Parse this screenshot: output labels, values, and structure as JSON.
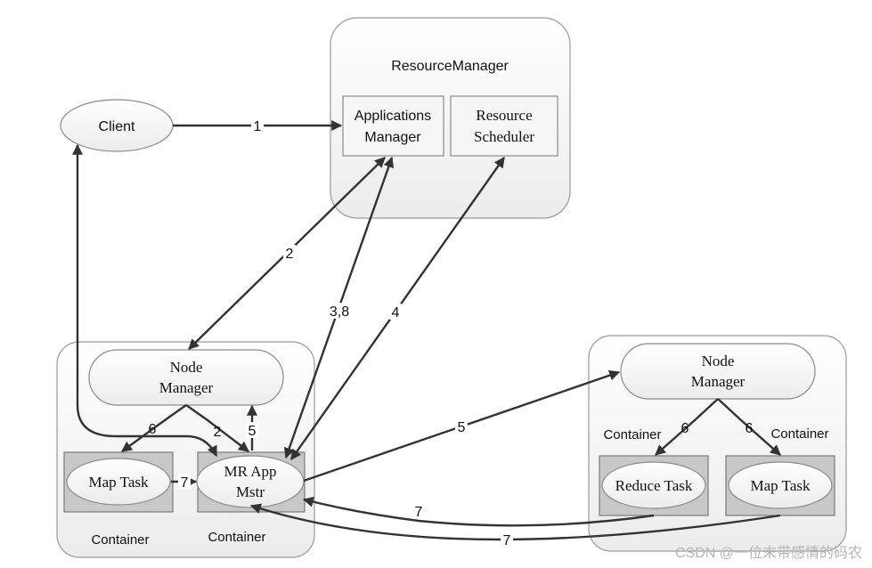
{
  "resource_manager": {
    "title": "ResourceManager",
    "applications_manager": [
      "Applications",
      "Manager"
    ],
    "resource_scheduler": [
      "Resource",
      "Scheduler"
    ]
  },
  "client": {
    "label": "Client"
  },
  "left_node": {
    "node_manager": [
      "Node",
      "Manager"
    ],
    "map_task": "Map Task",
    "mr_app_master": [
      "MR App",
      "Mstr"
    ],
    "container_left": "Container",
    "container_right": "Container"
  },
  "right_node": {
    "node_manager": [
      "Node",
      "Manager"
    ],
    "reduce_task": "Reduce Task",
    "map_task": "Map Task",
    "container_left": "Container",
    "container_right": "Container"
  },
  "step_labels": {
    "s1": "1",
    "s2_rm_nm": "2",
    "s38": "3,8",
    "s4": "4",
    "s5_right": "5",
    "s6_left": "6",
    "s2_left": "2",
    "s5_left": "5",
    "s7_left": "7",
    "s6_right_a": "6",
    "s6_right_b": "6",
    "s7_upper": "7",
    "s7_lower": "7"
  },
  "watermark": "CSDN @一位末带感情的码农",
  "colors": {
    "arrow": "#333333",
    "box_fill": "#f4f4f4",
    "container_fill": "#c8c8c8",
    "border": "#9a9a9a"
  }
}
